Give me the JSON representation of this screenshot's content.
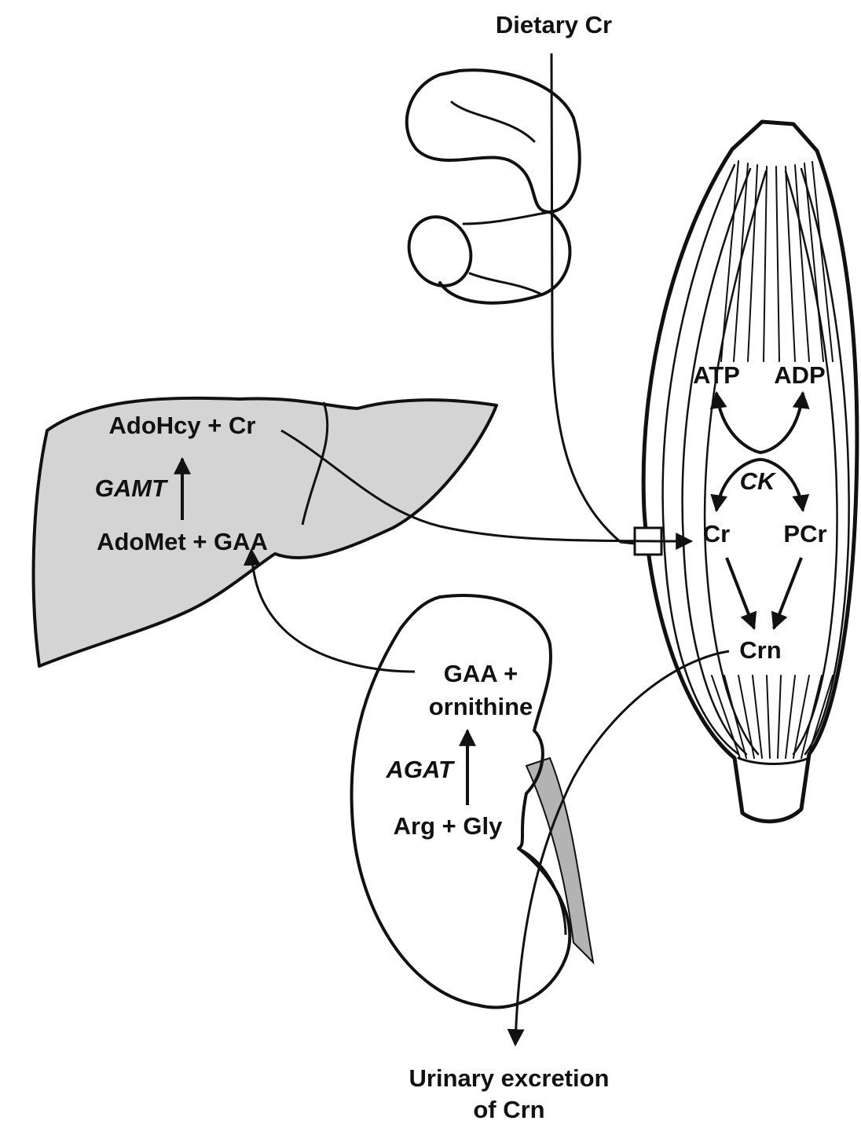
{
  "colors": {
    "ink": "#111111",
    "liver_fill": "#d4d4d4",
    "ureter_fill": "#b3b3b3",
    "background": "#ffffff"
  },
  "labels": {
    "dietary_cr": "Dietary Cr",
    "urinary_line1": "Urinary excretion",
    "urinary_line2": "of Crn"
  },
  "liver": {
    "product": "AdoHcy + Cr",
    "enzyme": "GAMT",
    "substrate": "AdoMet + GAA"
  },
  "kidney": {
    "product_line1": "GAA +",
    "product_line2": "ornithine",
    "enzyme": "AGAT",
    "substrate": "Arg + Gly"
  },
  "muscle": {
    "atp": "ATP",
    "adp": "ADP",
    "enzyme": "CK",
    "cr": "Cr",
    "pcr": "PCr",
    "crn": "Crn"
  },
  "icons": {
    "intestine": "intestine-illustration",
    "liver": "liver-illustration",
    "kidney": "kidney-illustration",
    "muscle": "muscle-illustration",
    "transporter": "creatine-transporter-box"
  }
}
